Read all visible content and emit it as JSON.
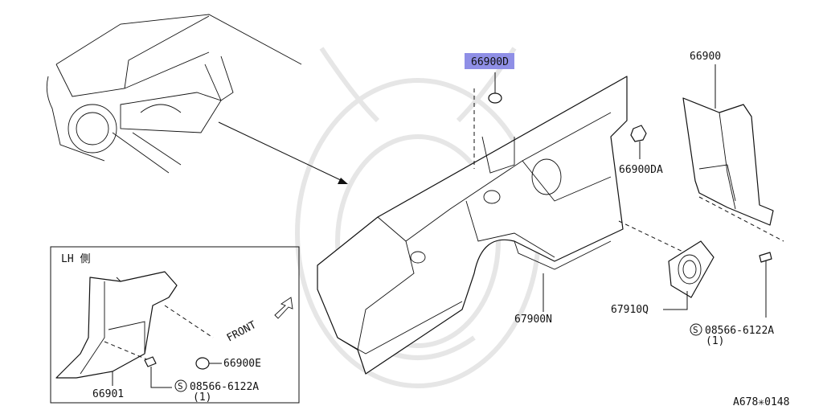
{
  "diagram": {
    "callouts": {
      "highlighted_part": "66900D",
      "cover_right": "66900",
      "clip_right": "66900DA",
      "dash_panel": "67900N",
      "grommet": "67910Q",
      "screw_right": "08566-6122A",
      "screw_right_qty": "(1)",
      "cover_left": "66901",
      "clip_left": "66900E",
      "screw_left": "08566-6122A",
      "screw_left_qty": "(1)",
      "screw_symbol": "S",
      "front_label": "FRONT"
    },
    "inset": {
      "title": "LH 側"
    },
    "reference_code": "A678✳0148"
  }
}
